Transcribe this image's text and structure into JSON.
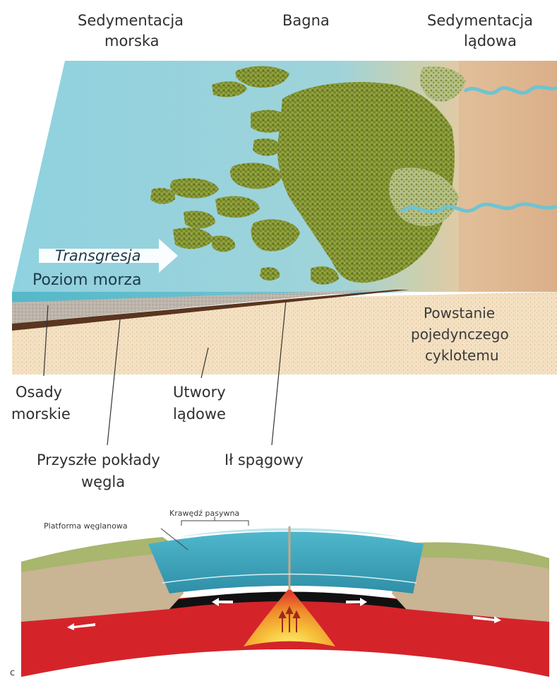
{
  "top_diagram": {
    "header_marine_line1": "Sedymentacja",
    "header_marine_line2": "morska",
    "header_swamp": "Bagna",
    "header_land_line1": "Sedymentacja",
    "header_land_line2": "lądowa",
    "transgression_label": "Transgresja",
    "sea_level_label": "Poziom morza",
    "cyclothem_line1": "Powstanie",
    "cyclothem_line2": "pojedynczego",
    "cyclothem_line3": "cyklotemu",
    "marine_sediments_line1": "Osady",
    "marine_sediments_line2": "morskie",
    "land_formations_line1": "Utwory",
    "land_formations_line2": "lądowe",
    "coal_seams_line1": "Przyszłe pokłady",
    "coal_seams_line2": "węgla",
    "underclay_label": "Ił spągowy"
  },
  "bottom_diagram": {
    "passive_margin_label": "Krawędź pasywna",
    "carbonate_platform_label": "Platforma węglanowa",
    "panel_letter": "c"
  },
  "colors": {
    "sea": "#8fcfdc",
    "land": "#d9b590",
    "vegetation": "#7a8f2a",
    "coal": "#5a3520",
    "marine_sediment": "#b8b0a6",
    "land_formation": "#f3dfbf",
    "mantle": "#d4242a",
    "magma": "#f4c23a"
  }
}
